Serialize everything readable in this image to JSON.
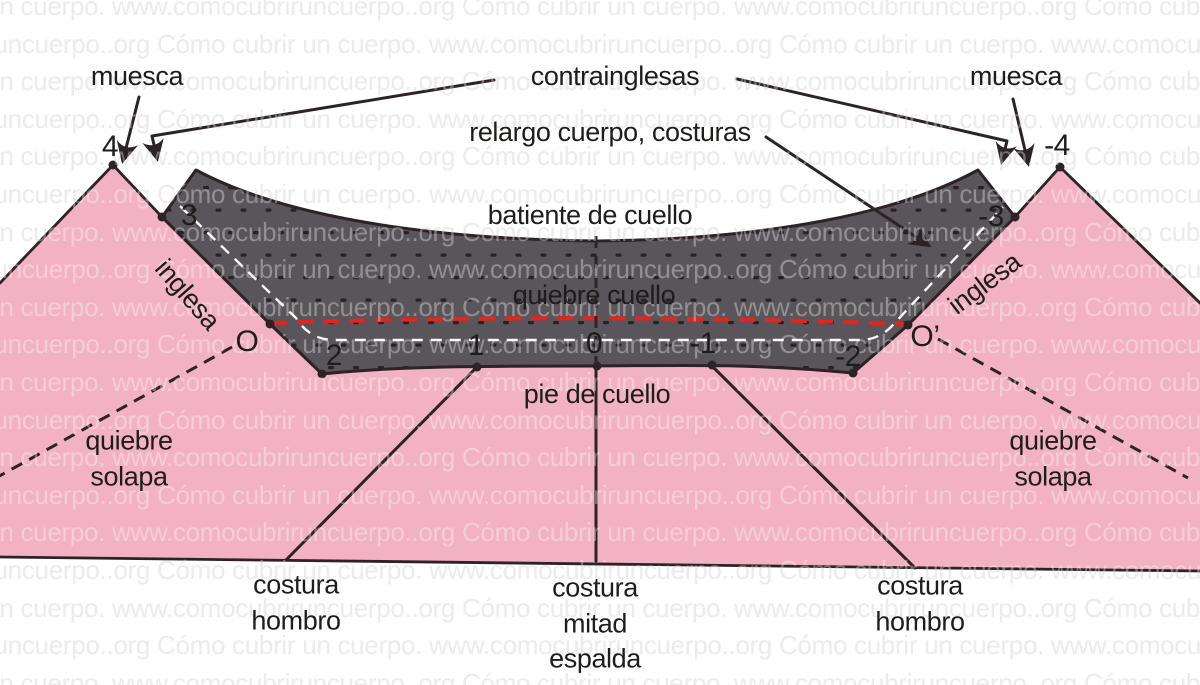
{
  "watermark": {
    "text": "Cómo cubrir un cuerpo. www.comocubriruncuerpo..org",
    "rows": 19
  },
  "labels": {
    "muesca_left": "muesca",
    "contrainglesas": "contrainglesas",
    "muesca_right": "muesca",
    "relargo": "relargo cuerpo, costuras",
    "batiente": "batiente de cuello",
    "quiebre_cuello": "quiebre cuello",
    "pie_cuello": "pie de cuello",
    "inglesa_left": "inglesa",
    "inglesa_right": "inglesa",
    "o_left": "O",
    "o_right": "O’",
    "quiebre_solapa": {
      "line1": "quiebre",
      "line2": "solapa"
    },
    "costura_hombro": {
      "line1": "costura",
      "line2": "hombro"
    },
    "costura_mitad": {
      "line1": "costura",
      "line2": "mitad",
      "line3": "espalda"
    }
  },
  "point_labels": {
    "p4": "4",
    "p3": "3",
    "p2": "2",
    "p1": "1",
    "p0": "0",
    "m1": "-1",
    "m2": "-2",
    "m3": "-3",
    "m4": "-4"
  },
  "colors": {
    "pink": "#f2b2c3",
    "collar": "#59555a",
    "outline": "#2d2327",
    "red_dash": "#e6231e",
    "white_dash": "#f8f8f8",
    "watermark": "#e2e2e2",
    "label": "#1d1d1b"
  }
}
